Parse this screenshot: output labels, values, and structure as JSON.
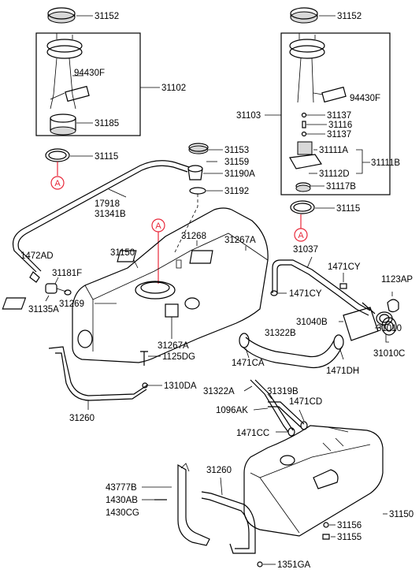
{
  "labels": {
    "l31152a": "31152",
    "l31102": "31102",
    "l94430Fa": "94430F",
    "l31185": "31185",
    "l31115a": "31115",
    "l31152b": "31152",
    "l31103": "31103",
    "l94430Fb": "94430F",
    "l31137a": "31137",
    "l31116": "31116",
    "l31137b": "31137",
    "l31111A": "31111A",
    "l31111B": "31111B",
    "l31112D": "31112D",
    "l31117B": "31117B",
    "l31115b": "31115",
    "l31153": "31153",
    "l31190A": "31190A",
    "l31192": "31192",
    "l17918": "17918",
    "l31341B": "31341B",
    "l31268": "31268",
    "l31267Aa": "31267A",
    "l31150a": "31150",
    "l31159": "31159",
    "l1472AD": "1472AD",
    "l31181F": "31181F",
    "l31135A": "31135A",
    "l31269": "31269",
    "l31267Ab": "31267A",
    "l1125DG": "1125DG",
    "l1310DA": "1310DA",
    "l31260a": "31260",
    "l31037": "31037",
    "l1471CYa": "1471CY",
    "l1471CYb": "1471CY",
    "l1123AP": "1123AP",
    "l31040B": "31040B",
    "l31010": "31010",
    "l31322B": "31322B",
    "l31010C": "31010C",
    "l1471CA": "1471CA",
    "l1471DH": "1471DH",
    "l31322A": "31322A",
    "l31319B": "31319B",
    "l1096AK": "1096AK",
    "l1471CD": "1471CD",
    "l1471CC": "1471CC",
    "l43777B": "43777B",
    "l1430AB": "1430AB",
    "l1430CG": "1430CG",
    "l31260b": "31260",
    "l31150b": "31150",
    "l31156": "31156",
    "l31155": "31155",
    "l1351GA": "1351GA"
  },
  "refs": {
    "a1": "A",
    "a2": "A",
    "a3": "A"
  }
}
